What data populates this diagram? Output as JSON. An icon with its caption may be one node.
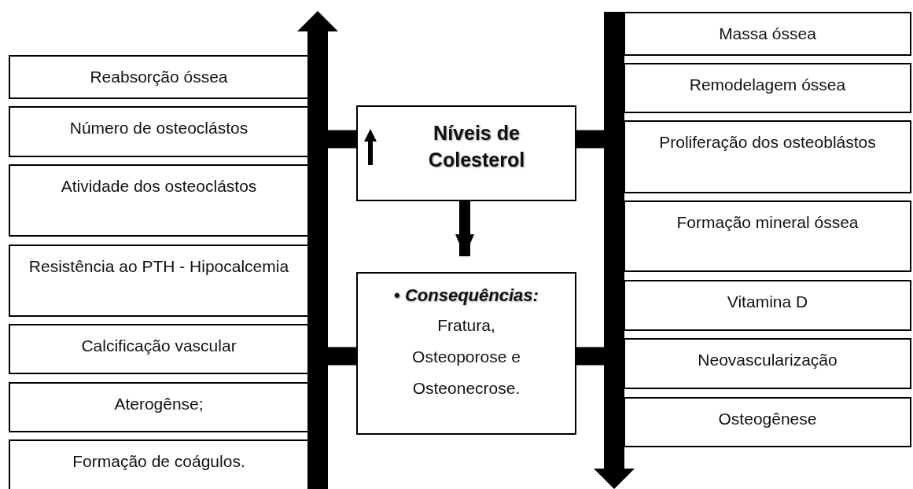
{
  "diagram": {
    "nodes": [
      {
        "text": [
          "Reabsorção óssea"
        ]
      },
      {
        "text": [
          "Número de osteoclástos"
        ]
      },
      {
        "text": [
          "Atividade dos osteoclástos"
        ]
      },
      {
        "text": [
          "Resistência ao PTH - Hipocalcemia"
        ]
      },
      {
        "text": [
          "Calcificação vascular"
        ]
      },
      {
        "text": [
          "Aterogênse;"
        ]
      },
      {
        "text": [
          "Formação de coágulos."
        ]
      },
      {
        "text": [
          "Níveis de Colesterol"
        ]
      },
      {
        "text": [
          "• *Consequências:*",
          "Fratura, Osteoporose e Osteonecrose."
        ]
      },
      {
        "text": [
          "Massa óssea"
        ]
      },
      {
        "text": [
          "Remodelagem óssea"
        ]
      },
      {
        "text": [
          "Proliferação dos osteoblástos"
        ]
      },
      {
        "text": [
          "Formação mineral óssea"
        ]
      },
      {
        "text": [
          "Vitamina  D"
        ]
      },
      {
        "text": [
          "Neovascularização"
        ]
      },
      {
        "text": [
          "Osteogênese"
        ]
      },
      {
        "text": [],
        "shape": "bar"
      },
      {
        "text": [],
        "shape": "bar"
      }
    ],
    "edges": [
      {
        "from": 7,
        "to": 8,
        "arrow": "to"
      },
      {
        "from": 7,
        "to": 16,
        "arrow": "none"
      },
      {
        "from": 7,
        "to": 17,
        "arrow": "none"
      },
      {
        "from": 8,
        "to": 16,
        "arrow": "none"
      },
      {
        "from": 8,
        "to": 17,
        "arrow": "none"
      }
    ]
  }
}
